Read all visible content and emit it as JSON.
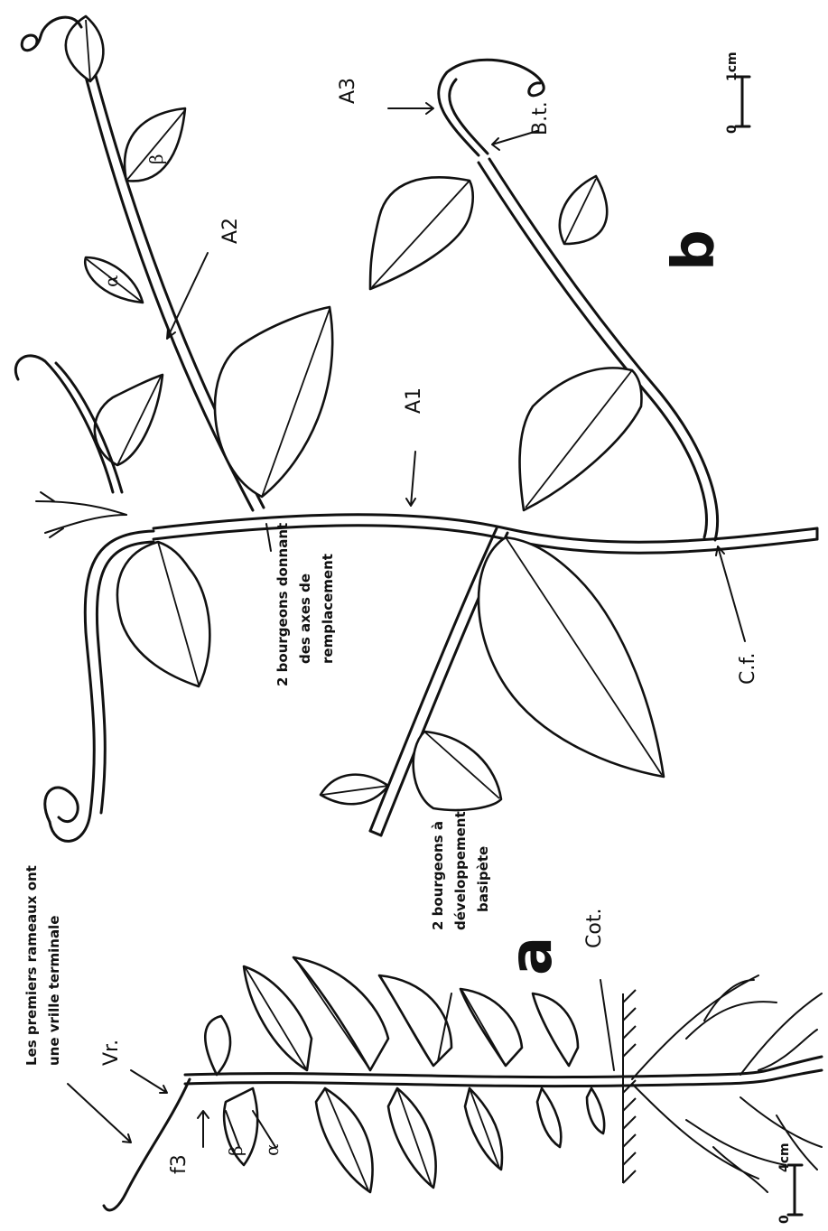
{
  "figure": {
    "panel_a": {
      "letter": "a",
      "note_line1": "Les premiers rameaux ont",
      "note_line2": "une vrille terminale",
      "label_vr": "Vr.",
      "label_f3": "f3",
      "label_beta": "β",
      "label_alpha": "α",
      "label_cot": "Cot.",
      "buds_line1": "2 bourgeons à",
      "buds_line2": "développement",
      "buds_line3": "basipète",
      "scale_zero": "0",
      "scale_unit": "4cm"
    },
    "panel_b": {
      "letter": "b",
      "label_a1": "A1",
      "label_a2": "A2",
      "label_a3": "A3",
      "label_bt": "B.t.",
      "label_cf": "C.f.",
      "label_alpha": "α",
      "label_beta": "β",
      "buds_line1": "2 bourgeons donnant",
      "buds_line2": "des axes de",
      "buds_line3": "remplacement",
      "scale_zero": "0",
      "scale_unit": "1cm"
    }
  }
}
